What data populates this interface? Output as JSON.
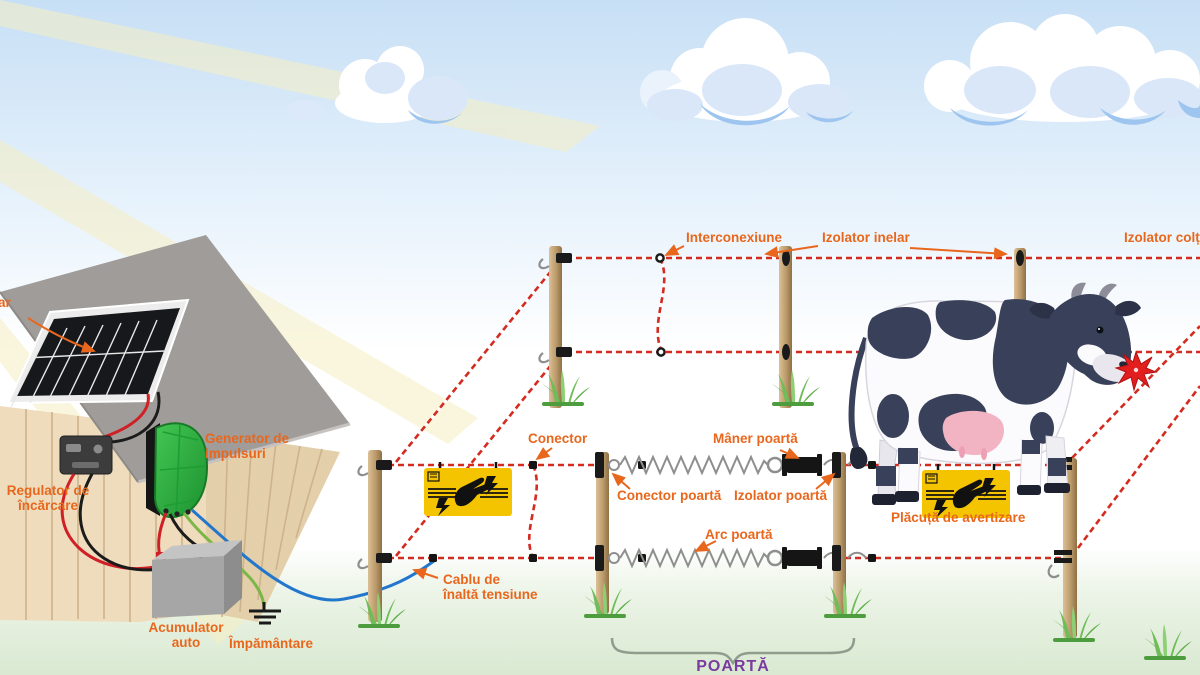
{
  "diagram": {
    "language": "Romanian",
    "subject": "solar powered electric fence system"
  },
  "labels": {
    "panel_partial": "ar",
    "regulator": "Regulator de\nîncărcare",
    "generator": "Generator de\nimpulsuri",
    "battery": "Acumulator\nauto",
    "grounding": "Împământare",
    "hv_cable": "Cablu de\nînaltă tensiune",
    "connector": "Conector",
    "interconnection": "Interconexiune",
    "ring_insulator": "Izolator inelar",
    "corner_insulator": "Izolator colț",
    "gate_handle": "Mâner poartă",
    "gate_connector": "Conector poartă",
    "gate_insulator": "Izolator poartă",
    "gate_spring": "Arc poartă",
    "warning_plate": "Plăcuță de avertizare",
    "gate": "POARTĂ"
  },
  "colors": {
    "label_orange": "#e8671d",
    "gate_purple": "#7b3aa0",
    "wire_red": "#d42b20",
    "energizer_green": "#2aa83a",
    "warning_yellow": "#f5c400",
    "hv_cable_blue": "#2277cc",
    "ground_wire_green": "#7ab648"
  }
}
